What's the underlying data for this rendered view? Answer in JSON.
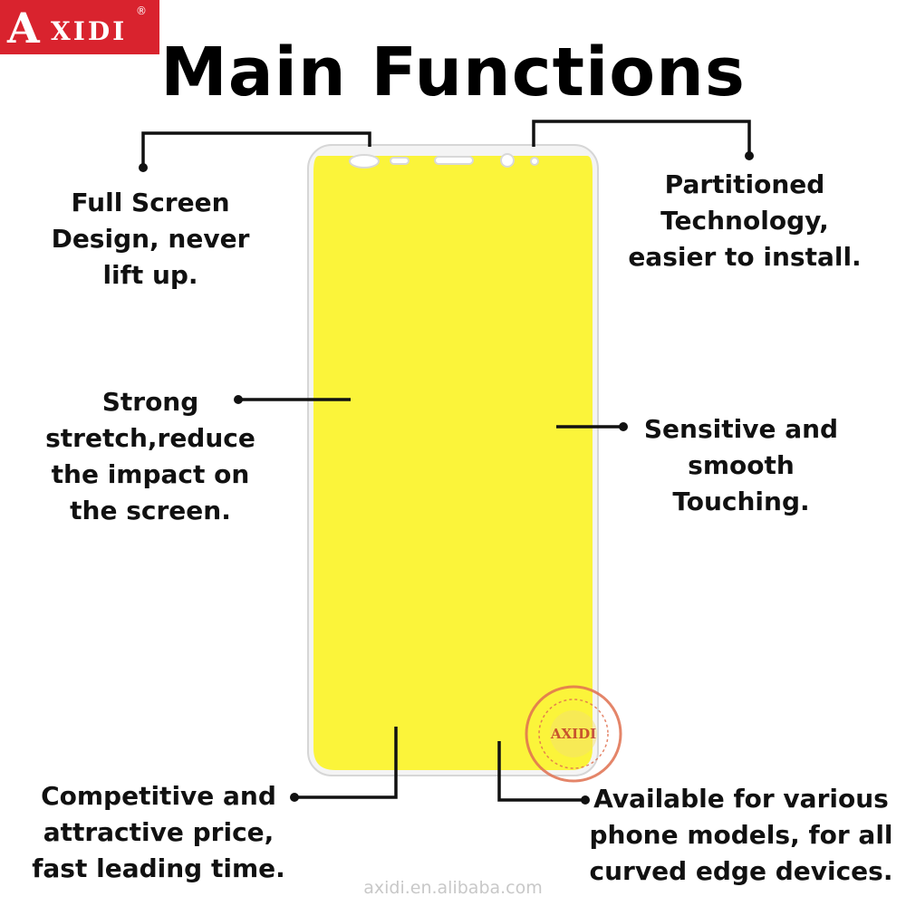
{
  "brand": {
    "logo_letter": "A",
    "logo_text": "XIDI",
    "registered": "®",
    "bg_color": "#d9232e"
  },
  "title": "Main Functions",
  "features": {
    "top_left": [
      "Full Screen",
      "Design, never",
      "lift up."
    ],
    "top_right": [
      "Partitioned",
      "Technology,",
      "easier to install."
    ],
    "mid_left": [
      "Strong",
      "stretch,reduce",
      "the impact on",
      "the screen."
    ],
    "mid_right": [
      "Sensitive and",
      "smooth",
      "Touching."
    ],
    "bottom_left": [
      "Competitive and",
      "attractive price,",
      "fast leading time."
    ],
    "bottom_right": [
      "Available for various",
      "phone models, for all",
      "curved edge devices."
    ]
  },
  "stamp": {
    "center_text": "AXIDI",
    "color": "#e07050"
  },
  "film_color": "#fbf43a",
  "website": "axidi.en.alibaba.com"
}
